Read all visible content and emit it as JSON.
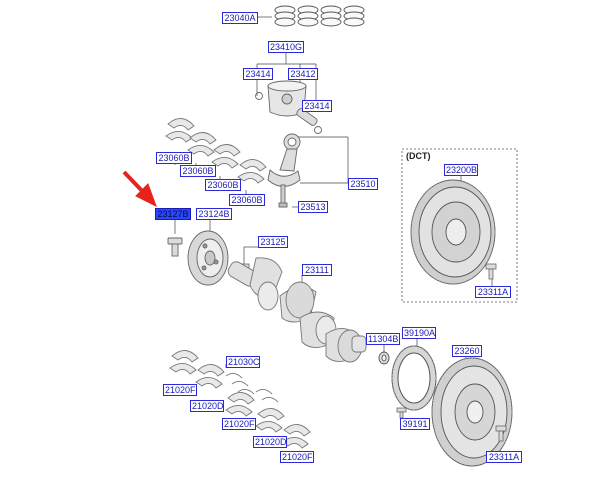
{
  "diagram": {
    "dct_title": "(DCT)",
    "labels": {
      "l23040A": "23040A",
      "l23410G": "23410G",
      "l23414a": "23414",
      "l23412": "23412",
      "l23414b": "23414",
      "l23060B_1": "23060B",
      "l23060B_2": "23060B",
      "l23060B_3": "23060B",
      "l23060B_4": "23060B",
      "l23510": "23510",
      "l23513": "23513",
      "l23127B": "23127B",
      "l23124B": "23124B",
      "l23125": "23125",
      "l23111": "23111",
      "l23200B": "23200B",
      "l23311A_1": "23311A",
      "l11304B": "11304B",
      "l39190A": "39190A",
      "l23260": "23260",
      "l21030C": "21030C",
      "l21020F_1": "21020F",
      "l21020D_1": "21020D",
      "l21020F_2": "21020F",
      "l21020D_2": "21020D",
      "l21020F_3": "21020F",
      "l39191": "39191",
      "l23311A_2": "23311A"
    }
  },
  "colors": {
    "label_border": "#2a2ad8",
    "label_text": "#1a1ab8",
    "selected_fill": "#2a46ff",
    "arrow": "#e8231d",
    "part_fill": "#e2e2e2",
    "part_stroke": "#777777"
  }
}
